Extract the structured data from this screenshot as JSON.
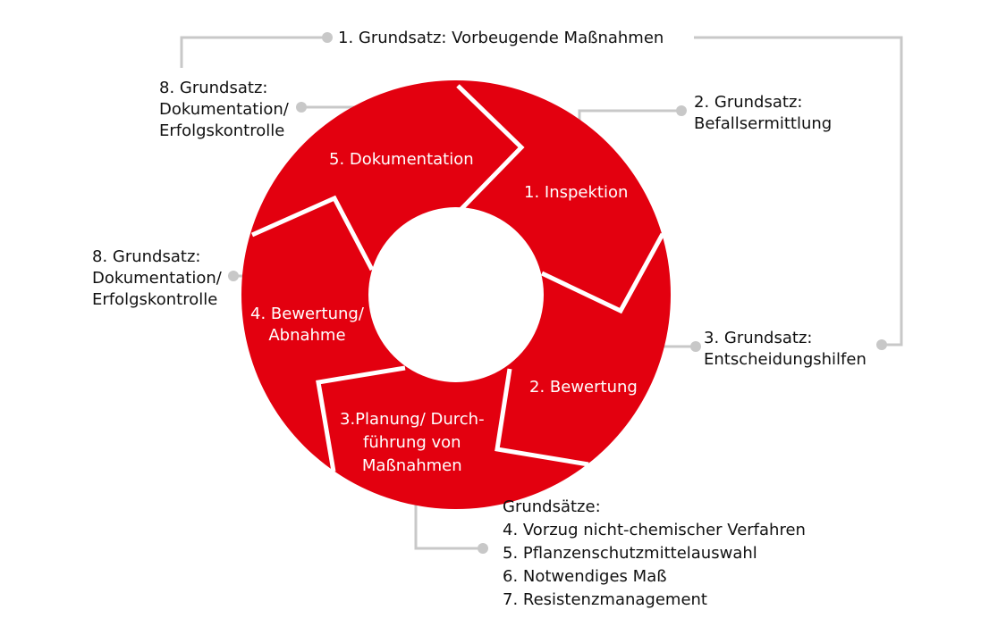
{
  "colors": {
    "ring": "#e3000f",
    "divider": "#ffffff",
    "connector": "#c8c8c8",
    "text": "#111111",
    "segment_text": "#ffffff"
  },
  "segments": [
    {
      "label_lines": [
        "5. Dokumentation"
      ]
    },
    {
      "label_lines": [
        "1. Inspektion"
      ]
    },
    {
      "label_lines": [
        "2. Bewertung"
      ]
    },
    {
      "label_lines": [
        "3.Planung/ Durch-",
        "führung von",
        "Maßnahmen"
      ]
    },
    {
      "label_lines": [
        "4. Bewertung/",
        "Abnahme"
      ]
    }
  ],
  "principles": {
    "p1": {
      "lines": [
        "1. Grundsatz: Vorbeugende Maßnahmen"
      ]
    },
    "p2": {
      "lines": [
        "2. Grundsatz:",
        "Befallsermittlung"
      ]
    },
    "p3": {
      "lines": [
        "3. Grundsatz:",
        "Entscheidungshilfen"
      ]
    },
    "p8_top": {
      "lines": [
        "8. Grundsatz:",
        "Dokumentation/",
        "Erfolgskontrolle"
      ]
    },
    "p8_left": {
      "lines": [
        "8. Grundsatz:",
        "Dokumentation/",
        "Erfolgskontrolle"
      ]
    },
    "p4_7": {
      "lines": [
        "Grundsätze:",
        "4. Vorzug nicht-chemischer Verfahren",
        "5. Pflanzenschutzmittelauswahl",
        "6. Notwendiges Maß",
        "7. Resistenzmanagement"
      ]
    }
  }
}
